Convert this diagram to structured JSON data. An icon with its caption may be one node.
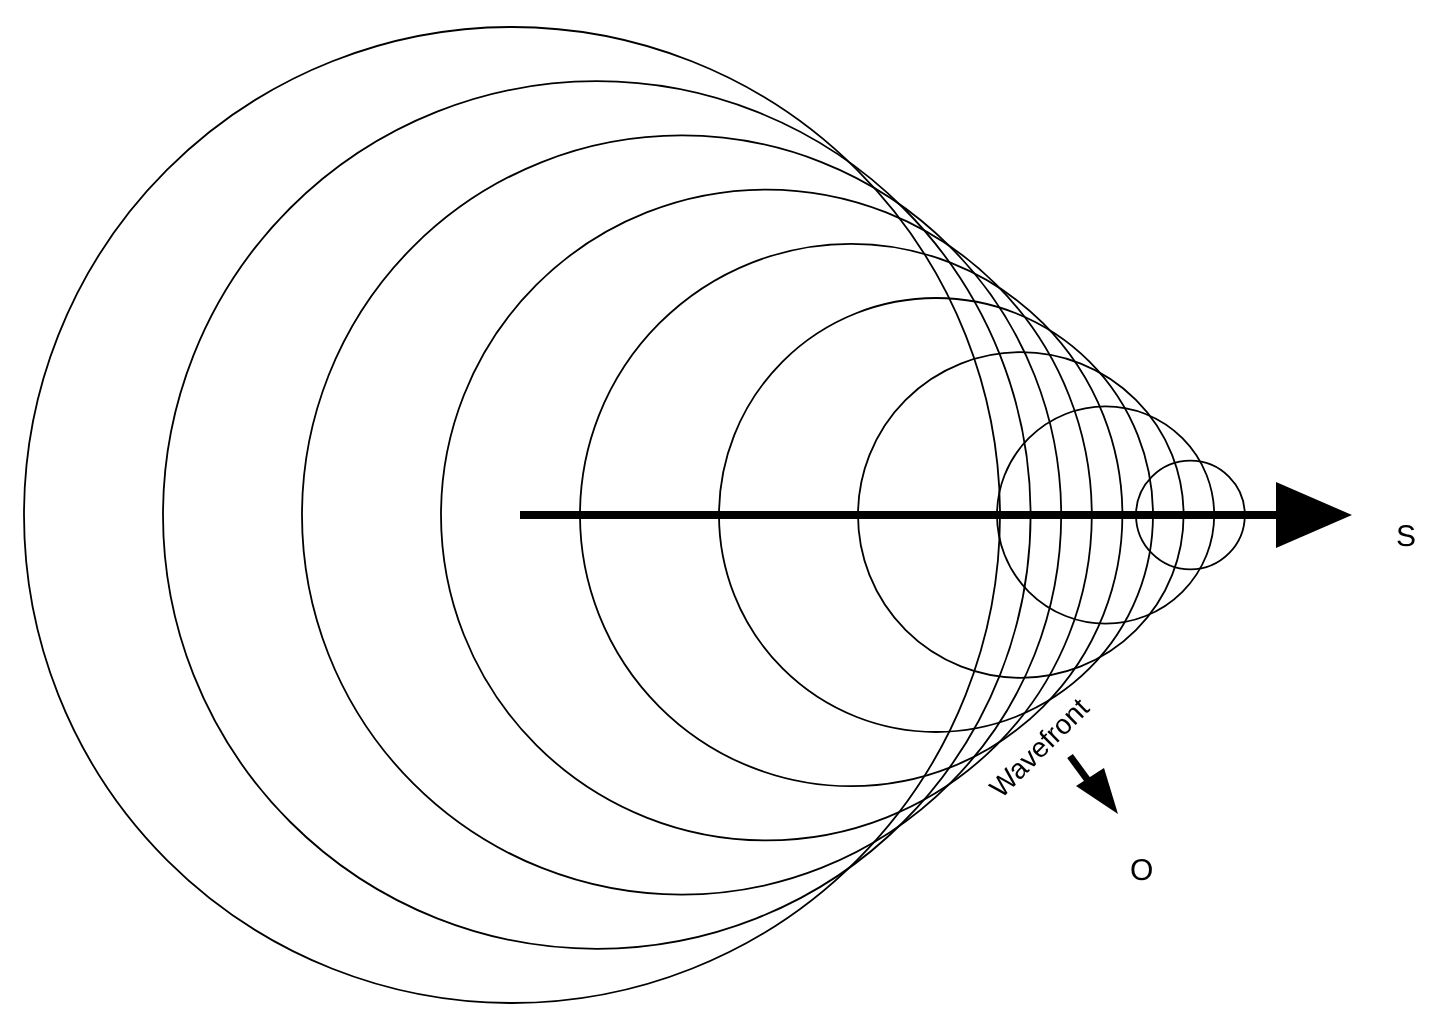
{
  "diagram": {
    "labels": [
      "S",
      "Wavefront",
      "O"
    ]
  }
}
